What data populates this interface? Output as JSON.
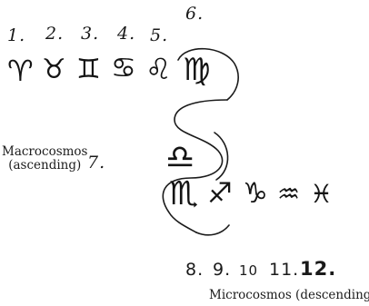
{
  "numbers_top": {
    "n1": "1.",
    "n2": "2.",
    "n3": "3.",
    "n4": "4.",
    "n5": "5.",
    "n6": "6."
  },
  "signs_top": {
    "aries": "♈",
    "taurus": "♉",
    "gemini": "♊",
    "cancer": "♋",
    "leo": "♌",
    "virgo": "♍"
  },
  "libra": {
    "number": "7.",
    "sign": "♎"
  },
  "signs_bottom": {
    "scorpio": "♏",
    "sagittarius": "♐",
    "capricorn": "♑",
    "aquarius": "♒",
    "pisces": "♓"
  },
  "numbers_bottom": {
    "n8": "8.",
    "n9": "9.",
    "n10": "10",
    "n11": "11.",
    "n12": "12."
  },
  "labels": {
    "macro_line1": "Macrocosmos",
    "macro_line2": "(ascending)",
    "micro": "Microcosmos (descending)"
  },
  "colors": {
    "ink": "#1a1a1a",
    "background": "#ffffff"
  }
}
